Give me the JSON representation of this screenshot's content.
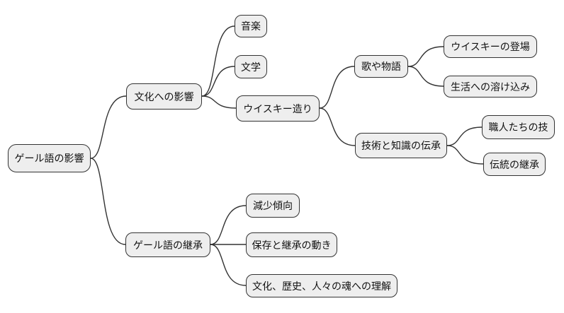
{
  "mindmap": {
    "background_color": "#ffffff",
    "node_fill_color": "#eeeeee",
    "node_border_color": "#333333",
    "edge_color": "#333333",
    "text_color": "#111111",
    "nodes": [
      {
        "id": "gaelic-influence",
        "label": "ゲール語の影響",
        "level": 0,
        "parent": null
      },
      {
        "id": "culture-influence",
        "label": "文化への影響",
        "level": 1,
        "parent": "gaelic-influence"
      },
      {
        "id": "music",
        "label": "音楽",
        "level": 2,
        "parent": "culture-influence"
      },
      {
        "id": "literature",
        "label": "文学",
        "level": 2,
        "parent": "culture-influence"
      },
      {
        "id": "whisky-making",
        "label": "ウイスキー造り",
        "level": 2,
        "parent": "culture-influence"
      },
      {
        "id": "songs-and-stories",
        "label": "歌や物語",
        "level": 3,
        "parent": "whisky-making"
      },
      {
        "id": "whisky-appearance",
        "label": "ウイスキーの登場",
        "level": 4,
        "parent": "songs-and-stories"
      },
      {
        "id": "blending-into-life",
        "label": "生活への溶け込み",
        "level": 4,
        "parent": "songs-and-stories"
      },
      {
        "id": "skills-knowledge-transmission",
        "label": "技術と知識の伝承",
        "level": 3,
        "parent": "whisky-making"
      },
      {
        "id": "craftsmen-skills",
        "label": "職人たちの技",
        "level": 4,
        "parent": "skills-knowledge-transmission"
      },
      {
        "id": "tradition-inheritance",
        "label": "伝統の継承",
        "level": 4,
        "parent": "skills-knowledge-transmission"
      },
      {
        "id": "gaelic-inheritance",
        "label": "ゲール語の継承",
        "level": 1,
        "parent": "gaelic-influence"
      },
      {
        "id": "declining-trend",
        "label": "減少傾向",
        "level": 2,
        "parent": "gaelic-inheritance"
      },
      {
        "id": "preservation-movement",
        "label": "保存と継承の動き",
        "level": 2,
        "parent": "gaelic-inheritance"
      },
      {
        "id": "understanding-culture-history-souls",
        "label": "文化、歴史、人々の魂への理解",
        "level": 2,
        "parent": "gaelic-inheritance"
      }
    ]
  }
}
